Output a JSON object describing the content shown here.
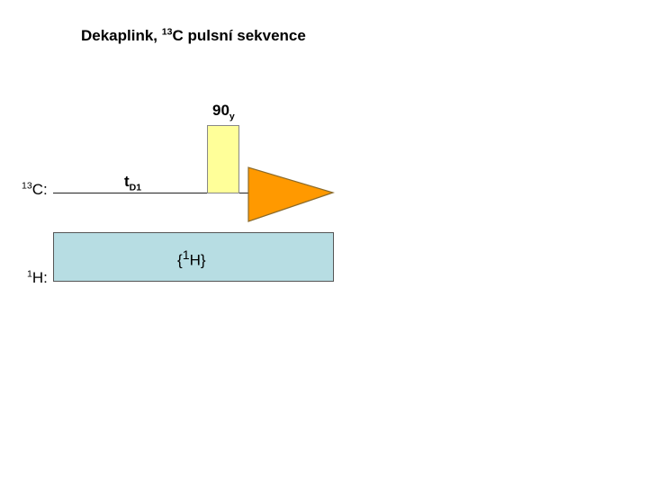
{
  "title": {
    "prefix": "Dekaplink, ",
    "isotope_mass": "13",
    "rest": "C pulsní sekvence"
  },
  "channels": {
    "c13": {
      "mass": "13",
      "symbol": "C:"
    },
    "h1": {
      "mass": "1",
      "symbol": "H:"
    }
  },
  "pulse": {
    "angle": "90",
    "phase": "y",
    "color": "#ffff99"
  },
  "delay": {
    "symbol": "t",
    "subscript": "D1"
  },
  "decoupling": {
    "open": "{",
    "mass": "1",
    "symbol": "H}",
    "color": "#b7dde3"
  },
  "acquisition": {
    "color": "#ff9900"
  }
}
